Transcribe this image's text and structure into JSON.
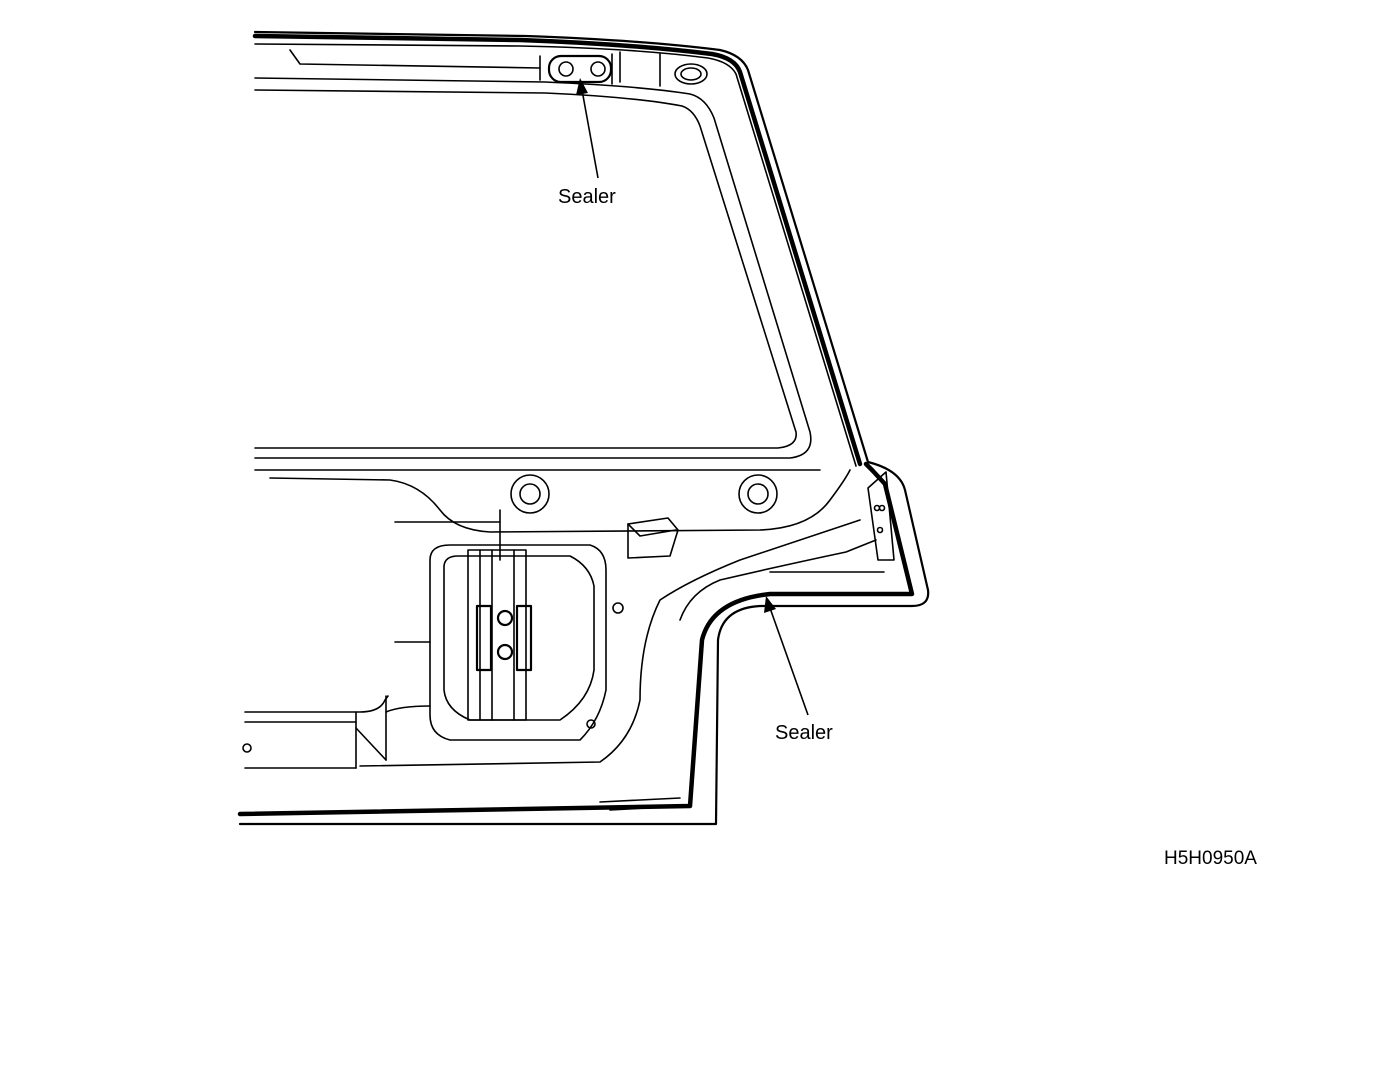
{
  "figure_code": "H5H0950A",
  "callouts": {
    "sealer_top": "Sealer",
    "sealer_bottom": "Sealer"
  },
  "colors": {
    "ink": "#000000",
    "paper": "#ffffff"
  }
}
